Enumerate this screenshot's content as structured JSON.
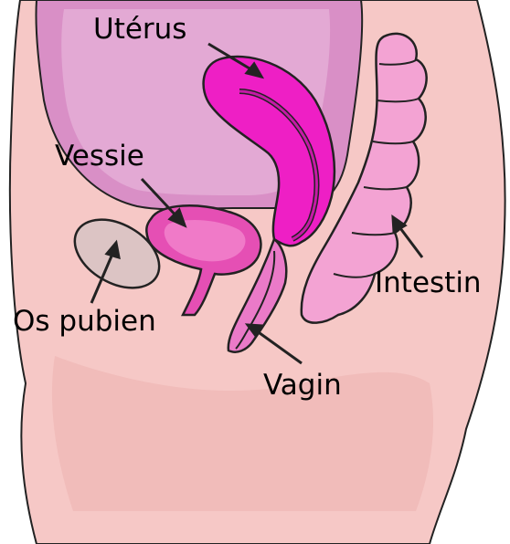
{
  "labels": {
    "uterus": "Utérus",
    "bladder": "Vessie",
    "intestine": "Intestin",
    "pubic_bone": "Os pubien",
    "vagina": "Vagin"
  },
  "colors": {
    "background": "#ffffff",
    "skin": "#f6c8c6",
    "skin_shadow": "#eeb4b2",
    "outline": "#222222",
    "cavity": "#d98fc6",
    "cavity_light": "#e7b3da",
    "uterus": "#ee1fc5",
    "uterus_inner": "#c51aa6",
    "bladder": "#e54fb4",
    "bladder_light": "#f07ac8",
    "intestine": "#f3a3d3",
    "bone": "#dcc4c4",
    "vagina": "#ea7ac8"
  }
}
